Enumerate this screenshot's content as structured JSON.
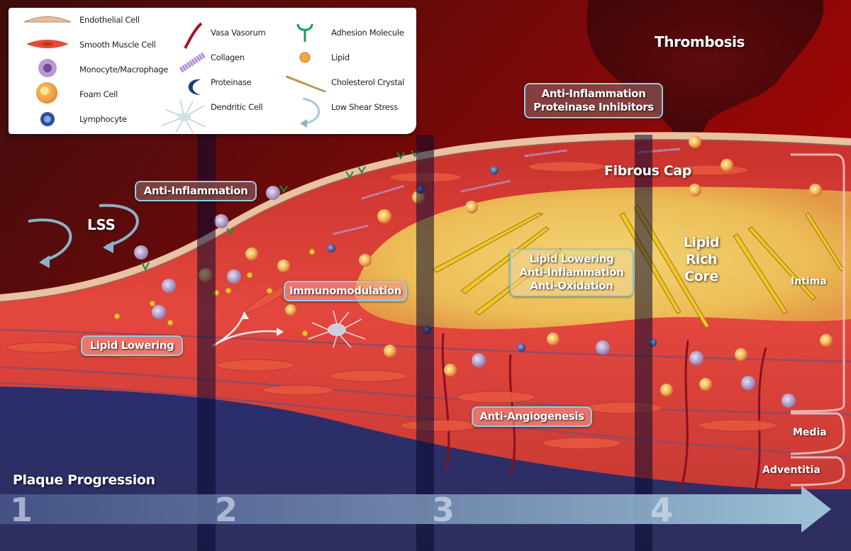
{
  "title": "Plaque Progression",
  "legend": {
    "items": [
      {
        "icon": "endothelial-cell-icon",
        "label": "Endothelial Cell"
      },
      {
        "icon": "smooth-muscle-cell-icon",
        "label": "Smooth Muscle Cell"
      },
      {
        "icon": "monocyte-macrophage-icon",
        "label": "Monocyte/Macrophage"
      },
      {
        "icon": "foam-cell-icon",
        "label": "Foam Cell"
      },
      {
        "icon": "lymphocyte-icon",
        "label": "Lymphocyte"
      },
      {
        "icon": "vasa-vasorum-icon",
        "label": "Vasa Vasorum"
      },
      {
        "icon": "collagen-icon",
        "label": "Collagen"
      },
      {
        "icon": "proteinase-icon",
        "label": "Proteinase"
      },
      {
        "icon": "dendritic-cell-icon",
        "label": "Dendritic Cell"
      },
      {
        "icon": "adhesion-molecule-icon",
        "label": "Adhesion Molecule"
      },
      {
        "icon": "lipid-icon",
        "label": "Lipid"
      },
      {
        "icon": "cholesterol-crystal-icon",
        "label": "Cholesterol Crystal"
      },
      {
        "icon": "low-shear-stress-icon",
        "label": "Low Shear Stress"
      }
    ]
  },
  "labels": {
    "thrombosis": "Thrombosis",
    "fibrous_cap": "Fibrous Cap",
    "lipid_core_1": "Lipid Rich",
    "lipid_core_2": "Core",
    "lss": "LSS"
  },
  "interventions": {
    "anti_inflammation_top_1": "Anti-Inflammation",
    "anti_inflammation_top_2": "Proteinase Inhibitors",
    "anti_inflammation": "Anti-Inflammation",
    "immunomodulation": "Immunomodulation",
    "lipid_lowering": "Lipid Lowering",
    "core_1": "Lipid Lowering",
    "core_2": "Anti-Inflammation",
    "core_3": "Anti-Oxidation",
    "anti_angiogenesis": "Anti-Angiogenesis"
  },
  "layers": {
    "intima": "Intima",
    "media": "Media",
    "adventitia": "Adventitia"
  },
  "progression": {
    "heading": "Plaque Progression",
    "stages": [
      "1",
      "2",
      "3",
      "4"
    ]
  },
  "colors": {
    "lumen_top": "#8b0000",
    "lumen_dark": "#4a0d0f",
    "vessel_wall": "#e0483f",
    "lipid_core": "#f0d060",
    "background_bottom": "#2e2f66",
    "stage_divider": "#0a0a30",
    "arrow": "#a8d0e0",
    "tag_border": "#8fd0e0"
  }
}
